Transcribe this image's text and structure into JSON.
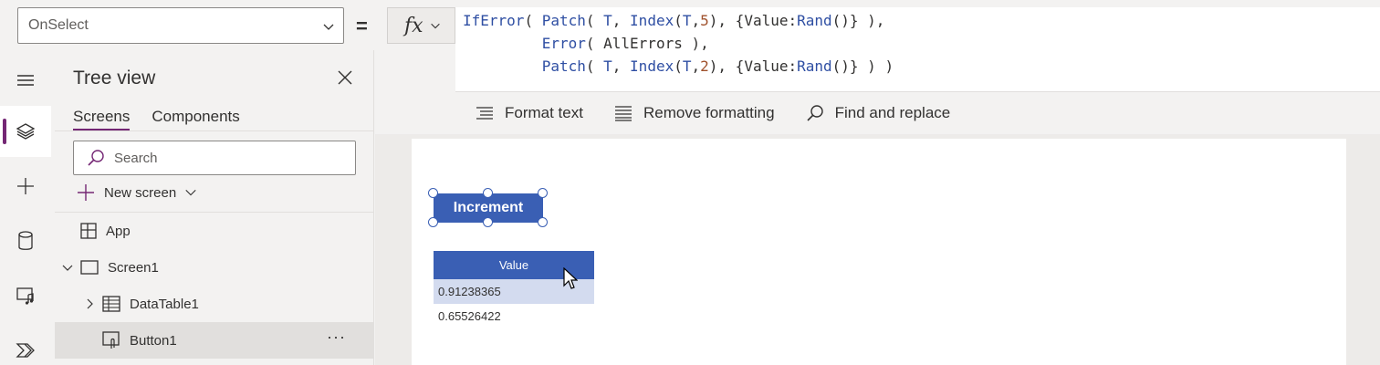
{
  "formula_bar": {
    "property": "OnSelect",
    "equals": "=",
    "fx": "fx",
    "code_lines": [
      [
        {
          "t": "IfError",
          "c": "fn"
        },
        {
          "t": "( ",
          "c": ""
        },
        {
          "t": "Patch",
          "c": "fn"
        },
        {
          "t": "( ",
          "c": ""
        },
        {
          "t": "T",
          "c": "id"
        },
        {
          "t": ", ",
          "c": ""
        },
        {
          "t": "Index",
          "c": "fn"
        },
        {
          "t": "(",
          "c": ""
        },
        {
          "t": "T",
          "c": "id"
        },
        {
          "t": ",",
          "c": ""
        },
        {
          "t": "5",
          "c": "num"
        },
        {
          "t": "), {Value:",
          "c": ""
        },
        {
          "t": "Rand",
          "c": "fn"
        },
        {
          "t": "()} ),",
          "c": ""
        }
      ],
      [
        {
          "t": "         ",
          "c": ""
        },
        {
          "t": "Error",
          "c": "fn"
        },
        {
          "t": "( AllErrors ),",
          "c": ""
        }
      ],
      [
        {
          "t": "         ",
          "c": ""
        },
        {
          "t": "Patch",
          "c": "fn"
        },
        {
          "t": "( ",
          "c": ""
        },
        {
          "t": "T",
          "c": "id"
        },
        {
          "t": ", ",
          "c": ""
        },
        {
          "t": "Index",
          "c": "fn"
        },
        {
          "t": "(",
          "c": ""
        },
        {
          "t": "T",
          "c": "id"
        },
        {
          "t": ",",
          "c": ""
        },
        {
          "t": "2",
          "c": "num"
        },
        {
          "t": "), {Value:",
          "c": ""
        },
        {
          "t": "Rand",
          "c": "fn"
        },
        {
          "t": "()} ) )",
          "c": ""
        }
      ]
    ],
    "format_text": "Format text",
    "remove_formatting": "Remove formatting",
    "find_replace": "Find and replace"
  },
  "rail": {
    "icons": [
      "hamburger-icon",
      "layers-icon",
      "plus-icon",
      "database-icon",
      "media-icon",
      "power-automate-icon"
    ]
  },
  "tree_view": {
    "title": "Tree view",
    "tabs": [
      "Screens",
      "Components"
    ],
    "active_tab": "Screens",
    "search_placeholder": "Search",
    "new_screen": "New screen",
    "nodes": {
      "app": "App",
      "screen1": "Screen1",
      "datatable1": "DataTable1",
      "button1": "Button1"
    },
    "more": "···"
  },
  "canvas": {
    "button_label": "Increment",
    "table_header": "Value",
    "rows": [
      "0.91238365",
      "0.65526422"
    ]
  },
  "colors": {
    "accent": "#742774",
    "control_blue": "#3a5fb4",
    "row_highlight": "#d3dbef"
  }
}
